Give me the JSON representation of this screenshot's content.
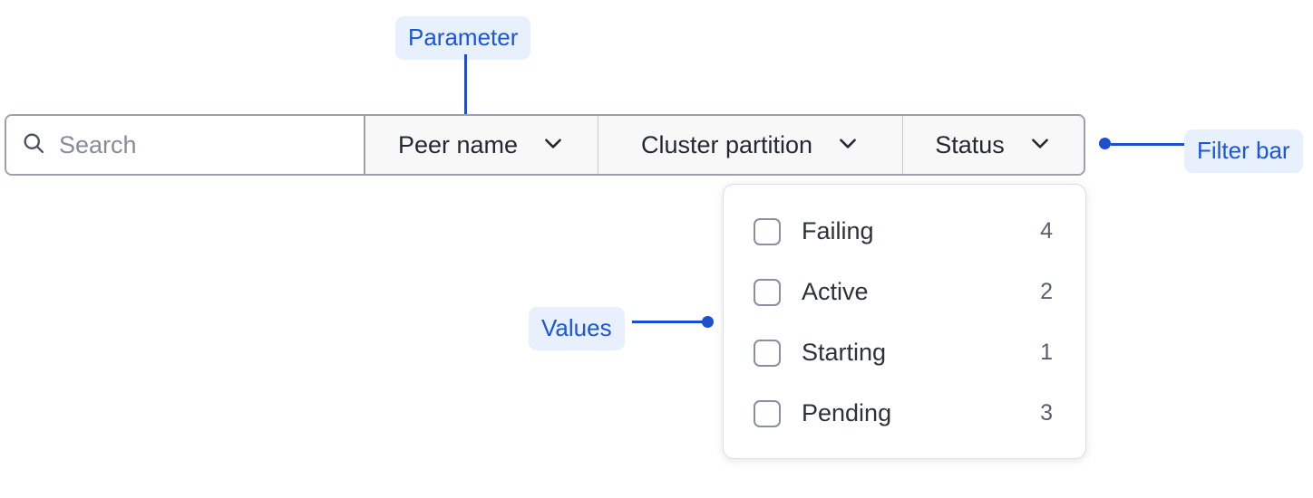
{
  "annotations": [
    {
      "id": "parameter",
      "label": "Parameter"
    },
    {
      "id": "values",
      "label": "Values"
    },
    {
      "id": "filter_bar",
      "label": "Filter bar"
    }
  ],
  "filter_bar": {
    "search": {
      "icon": "search-icon",
      "value": "",
      "placeholder": "Search"
    },
    "segments": [
      {
        "label": "Peer name",
        "icon": "chevron-down-icon"
      },
      {
        "label": "Cluster partition",
        "icon": "chevron-down-icon"
      },
      {
        "label": "Status",
        "icon": "chevron-down-icon"
      }
    ]
  },
  "dropdown": {
    "options": [
      {
        "label": "Failing",
        "count": "4",
        "checked": false
      },
      {
        "label": "Active",
        "count": "2",
        "checked": false
      },
      {
        "label": "Starting",
        "count": "1",
        "checked": false
      },
      {
        "label": "Pending",
        "count": "3",
        "checked": false
      }
    ]
  },
  "colors": {
    "annotation_text": "#1a56db",
    "annotation_pill_bg": "#e9f0fd",
    "connector": "#1a4fd0",
    "bar_border": "#9ba0ae",
    "segment_bg": "#f8f8f9",
    "text": "#232833",
    "placeholder": "#868d99",
    "count_text": "#5a6071"
  }
}
